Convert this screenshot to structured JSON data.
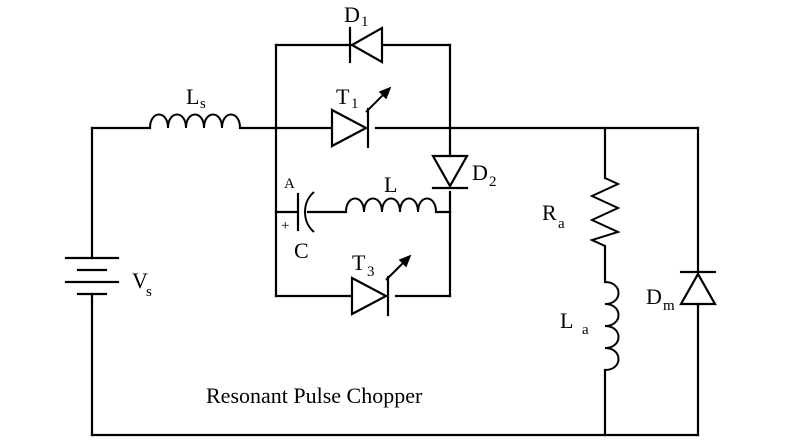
{
  "diagram": {
    "caption": "Resonant Pulse Chopper",
    "components": {
      "Ls": {
        "main": "L",
        "sub": "s"
      },
      "D1": {
        "main": "D",
        "sub": "1"
      },
      "T1": {
        "main": "T",
        "sub": "1"
      },
      "D2": {
        "main": "D",
        "sub": "2"
      },
      "L": {
        "main": "L",
        "sub": ""
      },
      "C": {
        "main": "C",
        "sub": ""
      },
      "cap_terminal": "A",
      "cap_polarity": "+",
      "T3": {
        "main": "T",
        "sub": "3"
      },
      "Vs": {
        "main": "V",
        "sub": "s"
      },
      "Ra": {
        "main": "R",
        "sub": "a"
      },
      "La": {
        "main": "L",
        "sub": "a"
      },
      "Dm": {
        "main": "D",
        "sub": "m"
      }
    }
  }
}
